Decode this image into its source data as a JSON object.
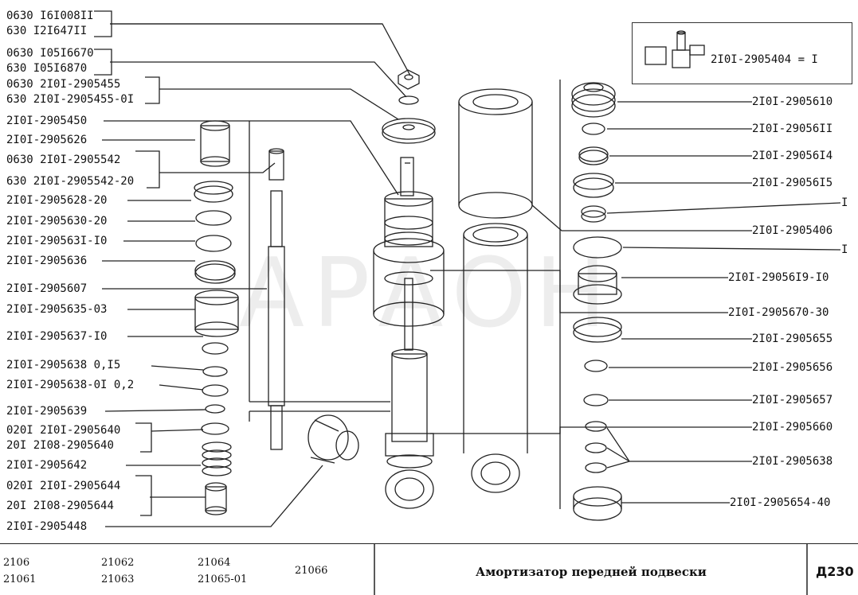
{
  "left_labels": [
    {
      "a": "0630",
      "b": "I6I008II"
    },
    {
      "a": "630",
      "b": "I2I647II"
    },
    {
      "a": "0630",
      "b": "I05I6670"
    },
    {
      "a": "630",
      "b": "I05I6870"
    },
    {
      "a": "0630",
      "b": "2I0I-2905455"
    },
    {
      "a": "630",
      "b": "2I0I-2905455-0I"
    },
    {
      "a": "",
      "b": "2I0I-2905450"
    },
    {
      "a": "",
      "b": "2I0I-2905626"
    },
    {
      "a": "0630",
      "b": "2I0I-2905542"
    },
    {
      "a": "630",
      "b": "2I0I-2905542-20"
    },
    {
      "a": "",
      "b": "2I0I-2905628-20"
    },
    {
      "a": "",
      "b": "2I0I-2905630-20"
    },
    {
      "a": "",
      "b": "2I0I-290563I-I0"
    },
    {
      "a": "",
      "b": "2I0I-2905636"
    },
    {
      "a": "",
      "b": "2I0I-2905607"
    },
    {
      "a": "",
      "b": "2I0I-2905635-03"
    },
    {
      "a": "",
      "b": "2I0I-2905637-I0"
    },
    {
      "a": "",
      "b": "2I0I-2905638 0,I5"
    },
    {
      "a": "",
      "b": "2I0I-2905638-0I 0,2"
    },
    {
      "a": "",
      "b": "2I0I-2905639"
    },
    {
      "a": "020I",
      "b": "2I0I-2905640"
    },
    {
      "a": "20I",
      "b": "2I08-2905640"
    },
    {
      "a": "",
      "b": "2I0I-2905642"
    },
    {
      "a": "020I",
      "b": "2I0I-2905644"
    },
    {
      "a": "20I",
      "b": "2I08-2905644"
    },
    {
      "a": "",
      "b": "2I0I-2905448"
    }
  ],
  "right_labels": [
    "2I0I-2905610",
    "2I0I-29056II",
    "2I0I-29056I4",
    "2I0I-29056I5",
    "I",
    "2I0I-2905406",
    "I",
    "2I0I-29056I9-I0",
    "2I0I-2905670-30",
    "2I0I-2905655",
    "2I0I-2905656",
    "2I0I-2905657",
    "2I0I-2905660",
    "2I0I-2905638",
    "2I0I-2905654-40"
  ],
  "inset": {
    "text": "2I0I-2905404 = I"
  },
  "watermark": "АРАОН",
  "footer": {
    "models": [
      "2106",
      "21061",
      "21062",
      "21063",
      "21064",
      "21065-01",
      "21066"
    ],
    "title": "Амортизатор передней подвески",
    "code": "Д230"
  }
}
